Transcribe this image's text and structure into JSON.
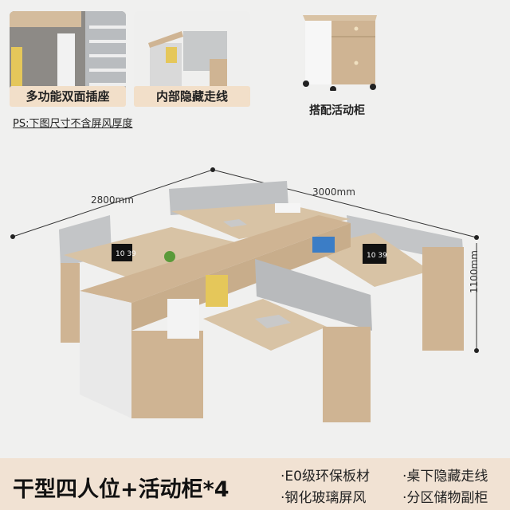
{
  "top": {
    "socket_caption": "多功能双面插座",
    "hidden_wiring_caption": "内部隐藏走线",
    "mobile_cabinet_caption": "搭配活动柜",
    "note": "PS:下图尺寸不含屏风厚度"
  },
  "dimensions": {
    "left": "2800mm",
    "right": "3000mm",
    "height": "1100mm"
  },
  "monitor_clock": "10 39",
  "bottom": {
    "title": "干型四人位+活动柜*4",
    "features": [
      "·E0级环保板材",
      "·桌下隐藏走线",
      "·钢化玻璃屏风",
      "·分区储物副柜"
    ]
  },
  "colors": {
    "wood": "#cfb493",
    "caption_bg": "#f2dfc9",
    "bottom_bg": "#f1e2d3"
  }
}
